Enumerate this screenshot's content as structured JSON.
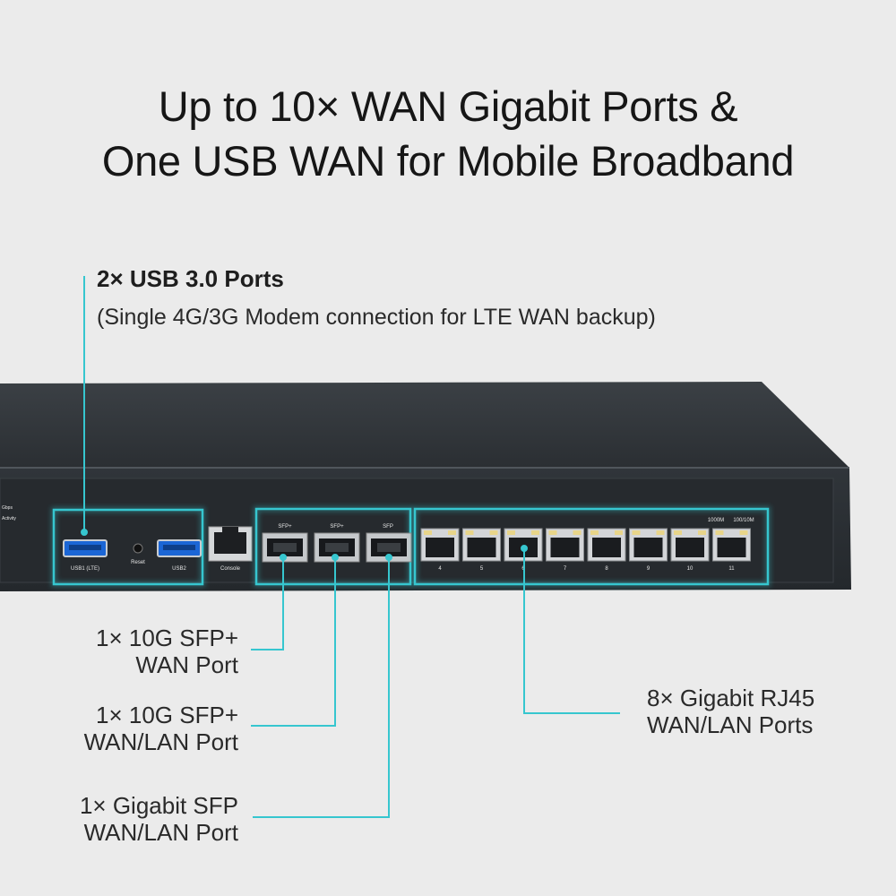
{
  "headline": {
    "line1": "Up to 10× WAN Gigabit Ports &",
    "line2": "One USB WAN for Mobile Broadband"
  },
  "usb_callout": {
    "title": "2× USB 3.0 Ports",
    "subtitle": "(Single 4G/3G Modem connection for LTE WAN backup)"
  },
  "callouts": {
    "sfp_plus_wan": {
      "line1": "1× 10G SFP+",
      "line2": "WAN Port"
    },
    "sfp_plus_wanlan": {
      "line1": "1× 10G SFP+",
      "line2": "WAN/LAN Port"
    },
    "sfp_wanlan": {
      "line1": "1× Gigabit SFP",
      "line2": "WAN/LAN Port"
    },
    "rj45": {
      "line1": "8× Gigabit RJ45",
      "line2": "WAN/LAN Ports"
    }
  },
  "panel_labels": {
    "usb1": "USB1 (LTE)",
    "reset": "Reset",
    "usb2": "USB2",
    "console": "Console",
    "sfp_plus_1": "SFP+",
    "sfp_plus_2": "SFP+",
    "sfp": "SFP",
    "speed_1000": "1000M",
    "speed_100": "100/10M",
    "port_numbers": [
      "4",
      "5",
      "6",
      "7",
      "8",
      "9",
      "10",
      "11"
    ]
  },
  "colors": {
    "background": "#ebebeb",
    "accent": "#36c6cf",
    "chassis": "#2b2f33"
  }
}
